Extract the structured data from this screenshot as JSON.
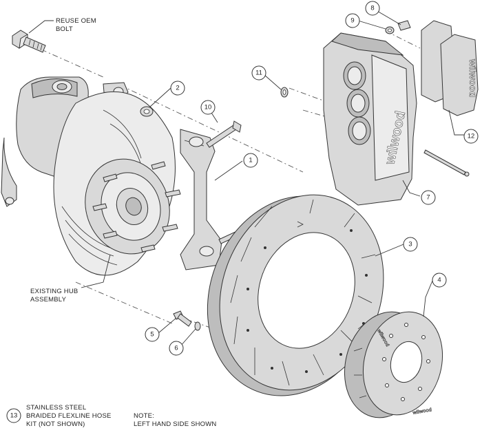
{
  "labels": {
    "reuse_oem_bolt": [
      "REUSE OEM",
      "BOLT"
    ],
    "existing_hub": [
      "EXISTING HUB",
      "ASSEMBLY"
    ],
    "flexline": [
      "STAINLESS STEEL",
      "BRAIDED FLEXLINE HOSE",
      "KIT (NOT SHOWN)"
    ],
    "note": [
      "NOTE:",
      "LEFT HAND SIDE SHOWN"
    ]
  },
  "callouts": [
    "1",
    "2",
    "3",
    "4",
    "5",
    "6",
    "7",
    "8",
    "9",
    "10",
    "11",
    "12",
    "13"
  ],
  "caliper_brand": "wilwood",
  "hat_brand": "wilwood",
  "colors": {
    "line": "#333333",
    "part_fill": "#d9d9d9",
    "dark_fill": "#bdbdbd"
  }
}
